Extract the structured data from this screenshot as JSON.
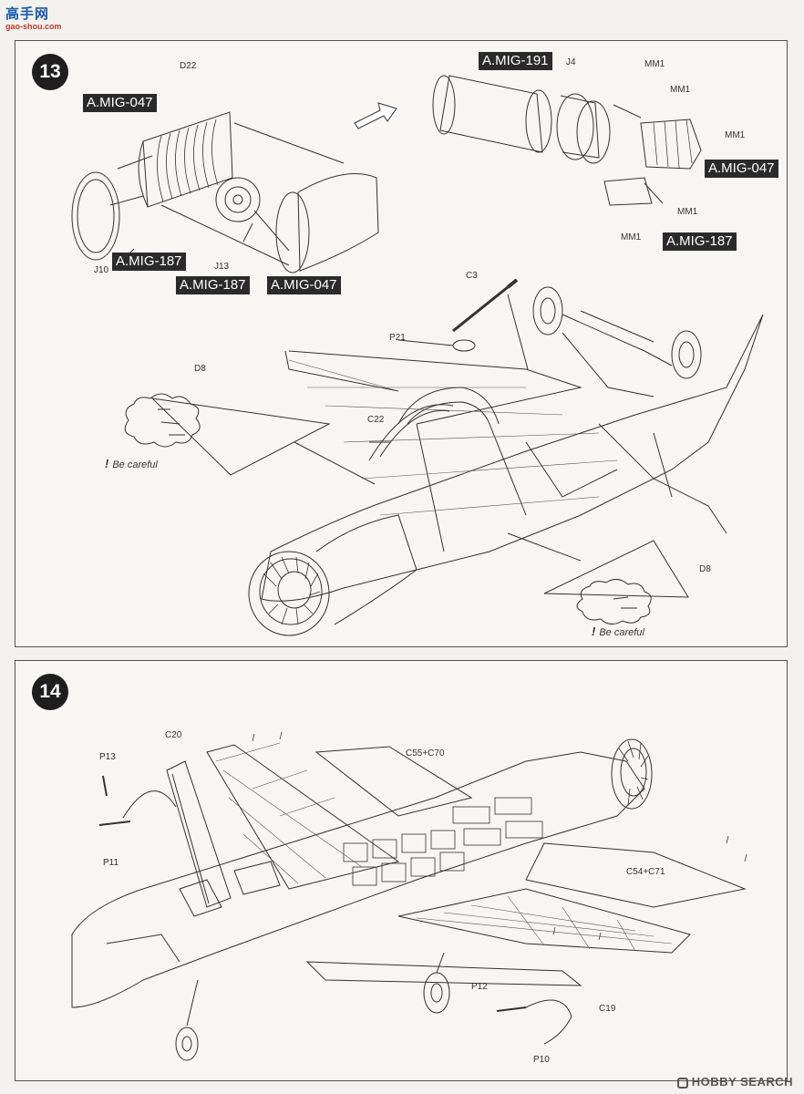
{
  "watermark": {
    "cn_text": "高手网",
    "url": "gao-shou.com"
  },
  "step13": {
    "number": "13",
    "paint_labels": [
      "A.MIG-047",
      "A.MIG-187",
      "A.MIG-187",
      "A.MIG-047",
      "A.MIG-191",
      "A.MIG-047",
      "A.MIG-187"
    ],
    "part_labels": {
      "d22": "D22",
      "j10": "J10",
      "j13": "J13",
      "j4": "J4",
      "mm1_a": "MM1",
      "mm1_b": "MM1",
      "mm1_c": "MM1",
      "mm1_d": "MM1",
      "mm1_e": "MM1",
      "c3": "C3",
      "p21": "P21",
      "d8_left": "D8",
      "c22": "C22",
      "d8_right": "D8"
    },
    "caution": "Be careful",
    "caution_mark": "!"
  },
  "step14": {
    "number": "14",
    "part_labels": {
      "c20": "C20",
      "p13": "P13",
      "p11": "P11",
      "c55_c70": "C55+C70",
      "c54_c71": "C54+C71",
      "p12": "P12",
      "c19": "C19",
      "p10": "P10"
    }
  },
  "footer": {
    "brand": "HOBBY SEARCH"
  }
}
